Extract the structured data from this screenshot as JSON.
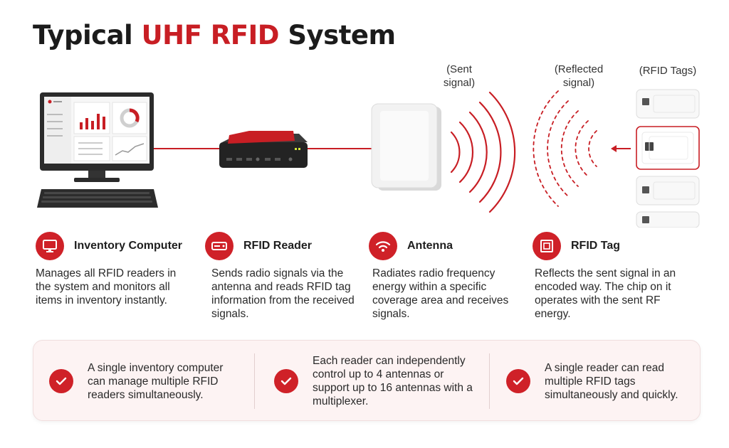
{
  "title": {
    "prefix": "Typical ",
    "accent": "UHF RFID",
    "suffix": " System"
  },
  "signal_labels": {
    "sent_line1": "(Sent",
    "sent_line2": "signal)",
    "reflected_line1": "(Reflected",
    "reflected_line2": "signal)",
    "tags": "(RFID Tags)"
  },
  "colors": {
    "accent": "#c81e24",
    "badge": "#cf2128",
    "panel_bg": "#fdf3f3"
  },
  "features": [
    {
      "icon": "monitor-icon",
      "name": "Inventory Computer",
      "desc": "Manages all RFID readers in the system and monitors all items in inventory instantly."
    },
    {
      "icon": "reader-icon",
      "name": "RFID Reader",
      "desc": "Sends radio signals via the antenna and reads RFID tag information from the received signals."
    },
    {
      "icon": "wifi-icon",
      "name": "Antenna",
      "desc": "Radiates radio frequency energy within a specific coverage area and receives signals."
    },
    {
      "icon": "tag-icon",
      "name": "RFID Tag",
      "desc": "Reflects the sent signal in an encoded way. The chip on it operates with the sent RF energy."
    }
  ],
  "facts": [
    {
      "icon": "check-icon",
      "text": "A single inventory computer can manage multiple RFID readers simultaneously."
    },
    {
      "icon": "check-icon",
      "text": "Each reader can independently control up to 4 antennas or support up to 16 antennas with a multiplexer."
    },
    {
      "icon": "check-icon",
      "text": "A single reader can read multiple RFID tags simultaneously and quickly."
    }
  ]
}
